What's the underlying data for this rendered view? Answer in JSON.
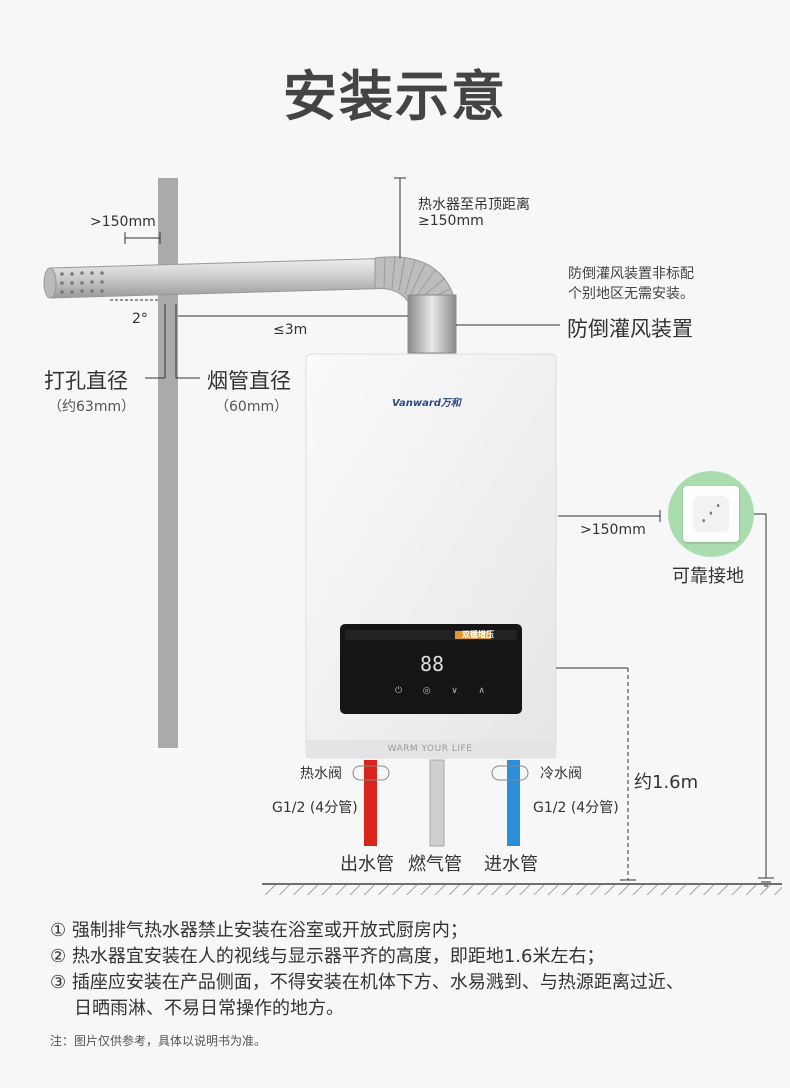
{
  "title": "安装示意",
  "labels": {
    "hole_clearance": ">150mm",
    "ceiling_distance_line1": "热水器至吊顶距离",
    "ceiling_distance_line2": "≥150mm",
    "anti_backflow_note_line1": "防倒灌风装置非标配",
    "anti_backflow_note_line2": "个别地区无需安装。",
    "anti_backflow_device": "防倒灌风装置",
    "angle": "2°",
    "flue_length": "≤3m",
    "hole_diameter": "打孔直径",
    "hole_diameter_value": "（约63mm）",
    "flue_diameter": "烟管直径",
    "flue_diameter_value": "（60mm）",
    "side_clearance": ">150mm",
    "socket_label": "可靠接地",
    "height": "约1.6m",
    "hot_valve": "热水阀",
    "cold_valve": "冷水阀",
    "pipe_spec_left": "G1/2 (4分管)",
    "pipe_spec_right": "G1/2 (4分管)",
    "outlet_pipe": "出水管",
    "gas_pipe": "燃气管",
    "inlet_pipe": "进水管"
  },
  "heater": {
    "brand": "Vanward万和",
    "slogan": "WARM YOUR LIFE",
    "display_digits": "88",
    "panel_badge": "双循增压"
  },
  "notes": [
    "① 强制排气热水器禁止安装在浴室或开放式厨房内；",
    "② 热水器宜安装在人的视线与显示器平齐的高度，即距地1.6米左右；",
    "③ 插座应安装在产品侧面，不得安装在机体下方、水易溅到、与热源距离过近、",
    "日晒雨淋、不易日常操作的地方。"
  ],
  "footnote": "注：图片仅供参考，具体以说明书为准。",
  "colors": {
    "hot_pipe": "#d9241b",
    "cold_pipe": "#2a8fd8",
    "gas_pipe": "#c8c8c8",
    "socket_bg": "#a9dcae"
  }
}
